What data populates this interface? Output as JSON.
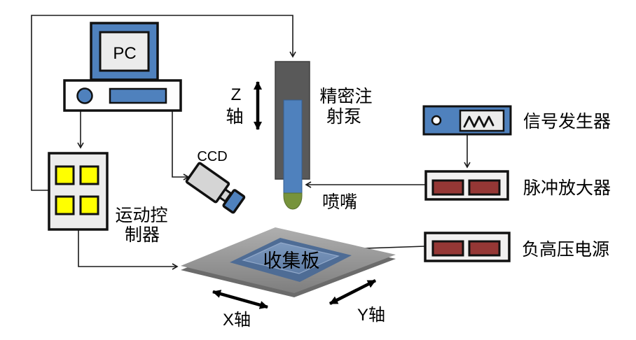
{
  "components": {
    "pc": {
      "label": "PC"
    },
    "motion_controller": {
      "label_line1": "运动控",
      "label_line2": "制器"
    },
    "ccd_camera": {
      "label": "CCD"
    },
    "syringe_pump": {
      "label_line1": "精密注",
      "label_line2": "射泵"
    },
    "nozzle": {
      "label": "喷嘴"
    },
    "collector_plate": {
      "label": "收集板"
    },
    "signal_generator": {
      "label": "信号发生器"
    },
    "pulse_amplifier": {
      "label": "脉冲放大器"
    },
    "negative_hv_power": {
      "label": "负高压电源"
    }
  },
  "axes": {
    "z": {
      "label_line1": "Z",
      "label_line2": "轴"
    },
    "x": {
      "label": "X轴"
    },
    "y": {
      "label": "Y轴"
    }
  },
  "colors": {
    "accent_blue": "#4F81BD",
    "pump_dark_gray": "#595959",
    "button_yellow": "#FFFF00",
    "indicator_dark_red": "#953735",
    "nozzle_green": "#77933C",
    "panel_light_gray": "#ECECEC",
    "plate_gray": "#8C8C8C",
    "plate_blue": "#6D89AE"
  }
}
